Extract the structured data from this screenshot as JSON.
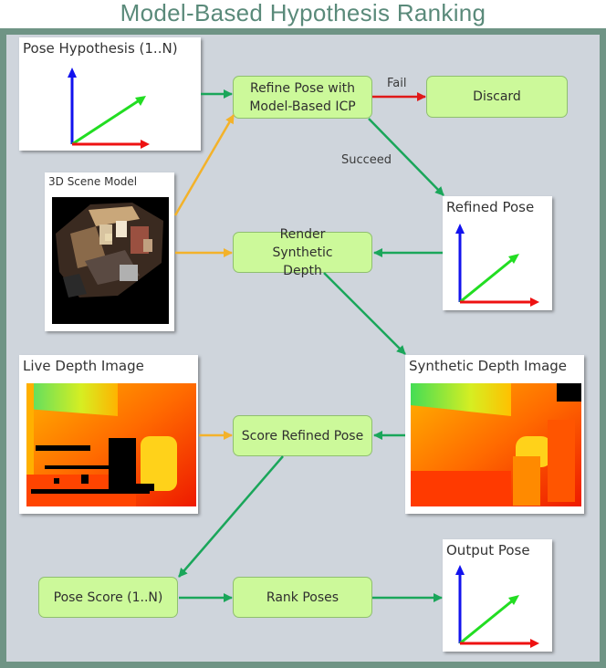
{
  "title": "Model-Based Hypothesis Ranking",
  "nodes": {
    "pose_hypothesis": "Pose Hypothesis (1..N)",
    "scene_model": "3D Scene Model",
    "refine": "Refine Pose with Model-Based ICP",
    "discard": "Discard",
    "refined_pose": "Refined Pose",
    "render": "Render Synthetic Depth",
    "live_depth": "Live Depth Image",
    "synthetic_depth": "Synthetic Depth Image",
    "score": "Score Refined Pose",
    "pose_score": "Pose Score (1..N)",
    "rank": "Rank Poses",
    "output_pose": "Output Pose"
  },
  "edges": {
    "fail": "Fail",
    "succeed": "Succeed"
  },
  "colors": {
    "title": "#5a8a7a",
    "frame": "#6f9485",
    "panel": "#cfd5dc",
    "box_fill": "#ccf99a",
    "green_arrow": "#1aa65a",
    "orange_arrow": "#f3b22a",
    "red_arrow": "#e01919",
    "axis_blue": "#1212ee",
    "axis_green": "#22dd22",
    "axis_red": "#ee1111"
  }
}
